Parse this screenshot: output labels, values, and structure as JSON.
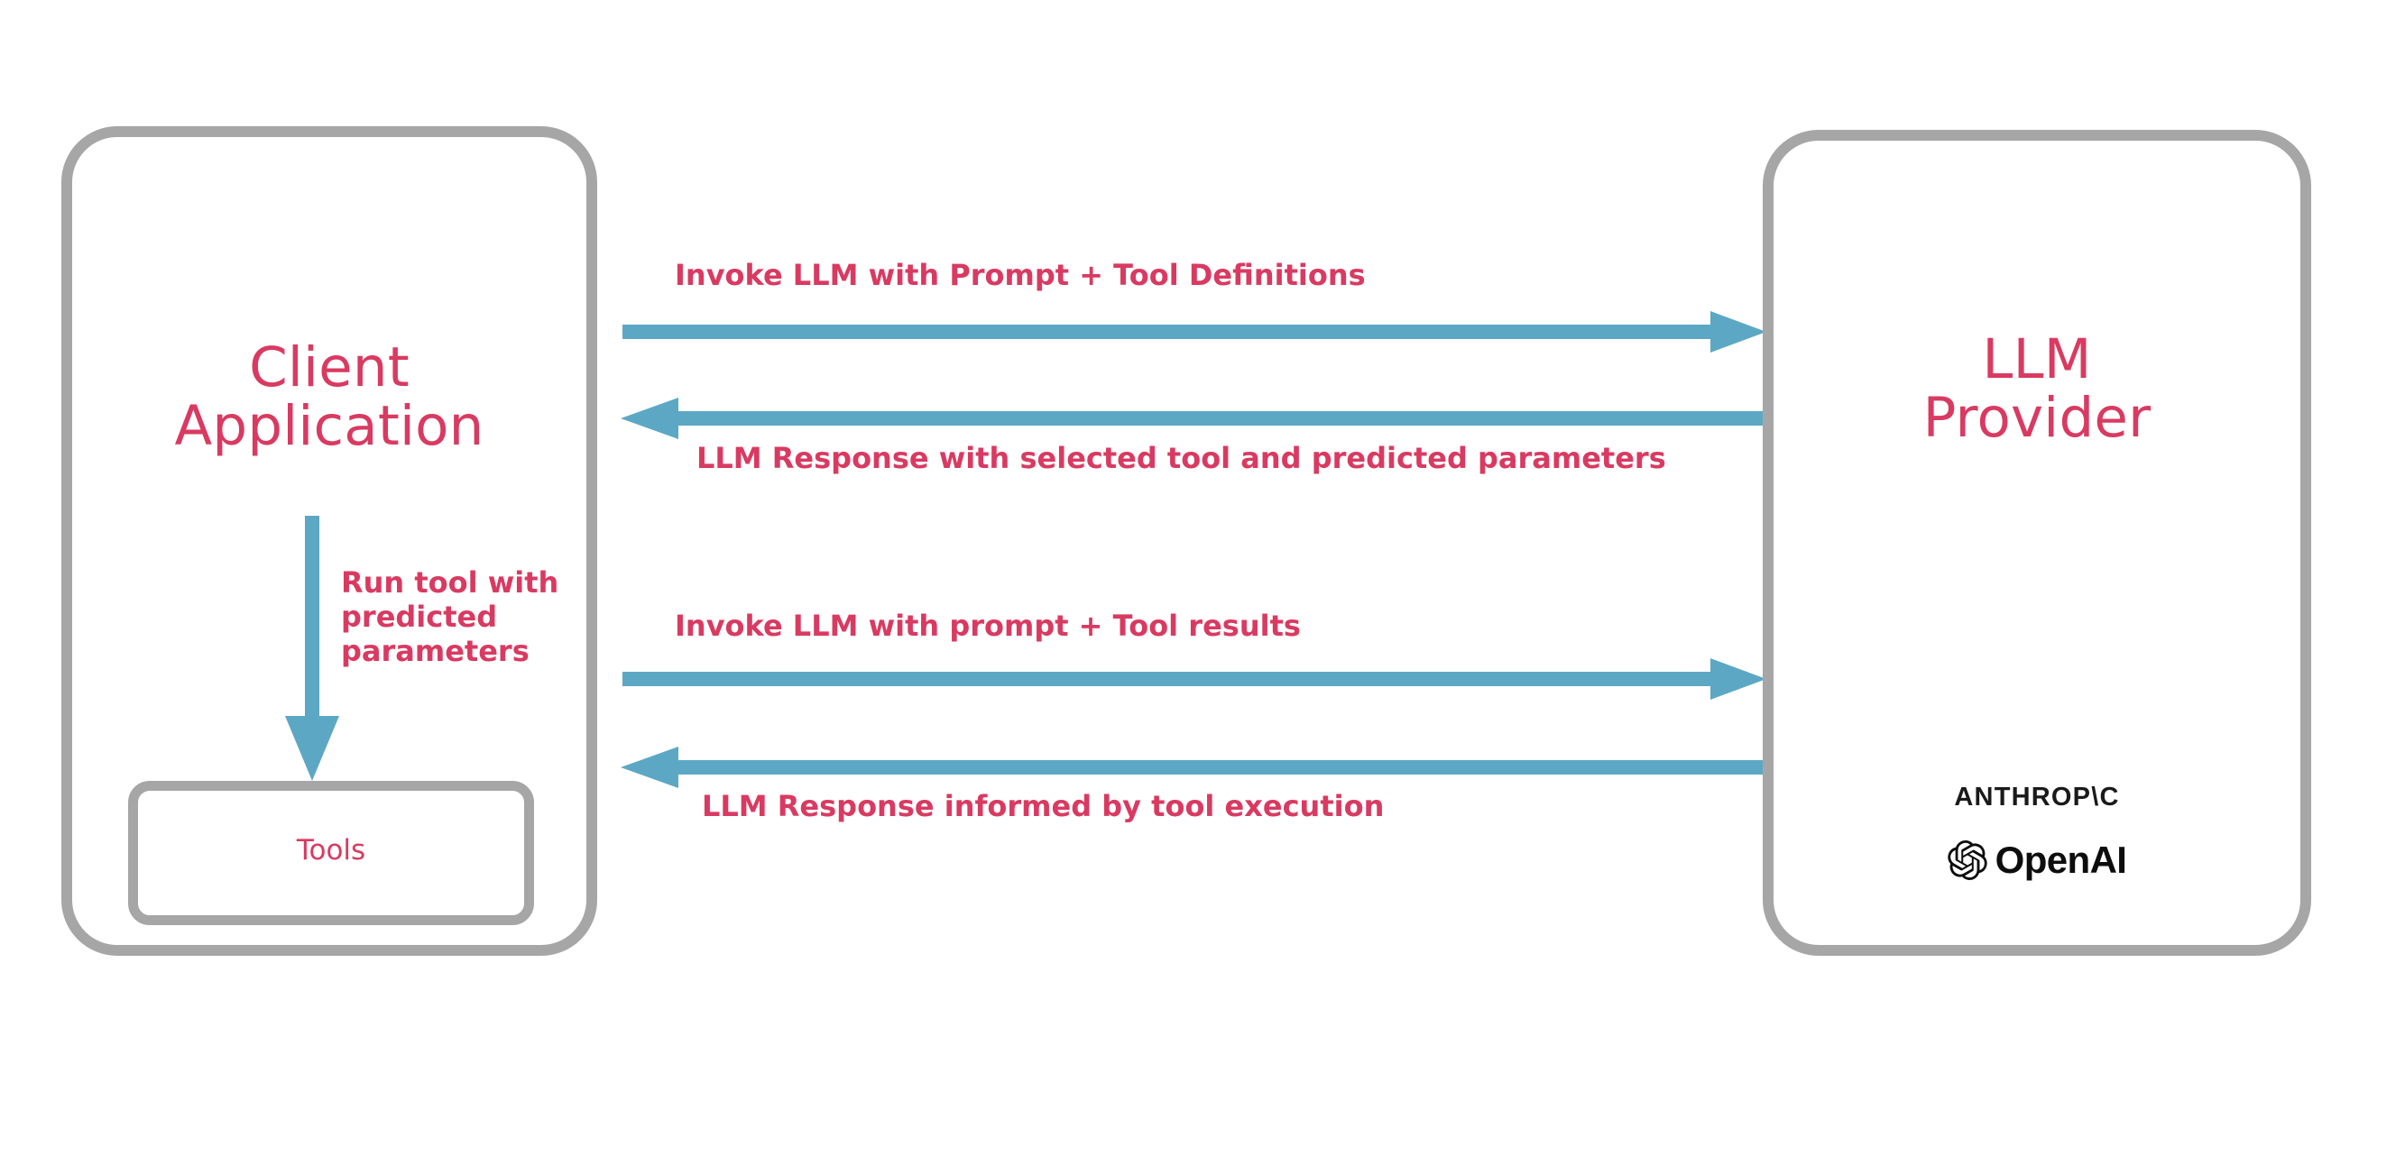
{
  "colors": {
    "arrow_blue": "#5ca8c4",
    "label_pink": "#d93a61",
    "box_gray": "#a6a6a6",
    "logo_black": "#0d0d0d",
    "background": "#ffffff"
  },
  "nodes": {
    "client": {
      "title": "Client\nApplication",
      "tools": {
        "label": "Tools"
      }
    },
    "provider": {
      "title": "LLM\nProvider",
      "vendors": [
        {
          "name": "anthropic",
          "wordmark": "ANTHROP\\C"
        },
        {
          "name": "openai",
          "wordmark": "OpenAI",
          "icon": "openai-knot-icon"
        }
      ]
    }
  },
  "flows": [
    {
      "id": "invoke-1",
      "label": "Invoke LLM with Prompt + Tool Definitions",
      "direction": "right",
      "from": "client",
      "to": "provider"
    },
    {
      "id": "response-1",
      "label": "LLM Response with selected tool and predicted parameters",
      "direction": "left",
      "from": "provider",
      "to": "client"
    },
    {
      "id": "run-tool",
      "label": "Run tool with predicted parameters",
      "direction": "down",
      "from": "client",
      "to": "tools"
    },
    {
      "id": "invoke-2",
      "label": "Invoke LLM with prompt + Tool results",
      "direction": "right",
      "from": "client",
      "to": "provider"
    },
    {
      "id": "response-2",
      "label": "LLM Response informed by tool execution",
      "direction": "left",
      "from": "provider",
      "to": "client"
    }
  ]
}
